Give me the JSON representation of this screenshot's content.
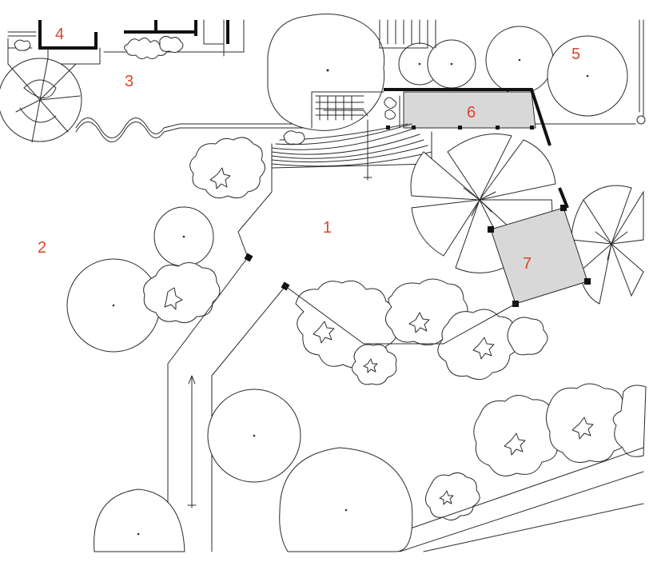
{
  "colors": {
    "label": "#d9462b",
    "ink": "#2a2a2a",
    "pavilion_fill": "#d8d8d8"
  },
  "labels": [
    {
      "id": "1",
      "text": "1"
    },
    {
      "id": "2",
      "text": "2"
    },
    {
      "id": "3",
      "text": "3"
    },
    {
      "id": "4",
      "text": "4"
    },
    {
      "id": "5",
      "text": "5"
    },
    {
      "id": "6",
      "text": "6"
    },
    {
      "id": "7",
      "text": "7"
    }
  ]
}
